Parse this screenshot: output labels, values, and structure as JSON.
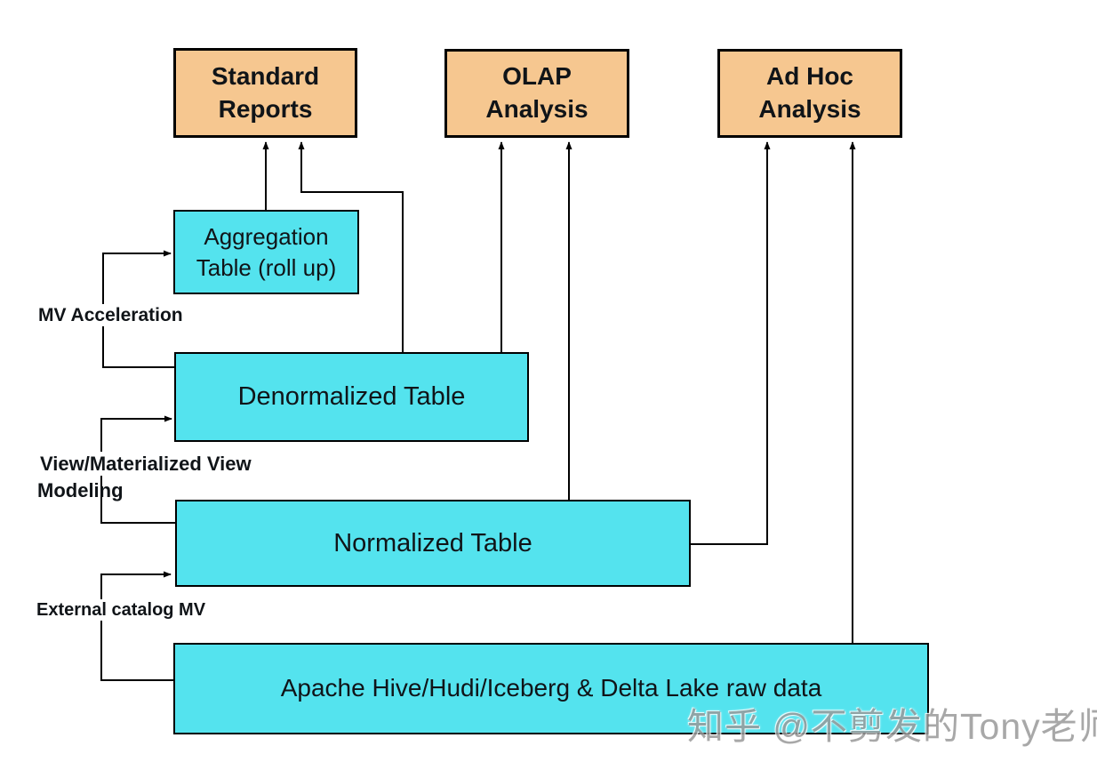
{
  "diagram": {
    "nodes": {
      "standard_reports": {
        "line1": "Standard",
        "line2": "Reports"
      },
      "olap_analysis": {
        "line1": "OLAP",
        "line2": "Analysis"
      },
      "ad_hoc_analysis": {
        "line1": "Ad Hoc",
        "line2": "Analysis"
      },
      "aggregation_table": {
        "line1": "Aggregation",
        "line2": "Table (roll up)"
      },
      "denormalized_table": {
        "label": "Denormalized Table"
      },
      "normalized_table": {
        "label": "Normalized Table"
      },
      "raw_data": {
        "label": "Apache Hive/Hudi/Iceberg & Delta Lake raw data"
      }
    },
    "edge_labels": {
      "mv_acceleration": "MV Acceleration",
      "view_modeling_line1": "View/Materialized View",
      "view_modeling_line2": "Modeling",
      "external_catalog_mv": "External catalog MV"
    },
    "colors": {
      "analysis_node_fill": "#F6C790",
      "table_node_fill": "#54E3EE",
      "line_color": "#000000",
      "watermark_color": "#9A9A9A"
    },
    "watermark": "知乎 @不剪发的Tony老师"
  }
}
